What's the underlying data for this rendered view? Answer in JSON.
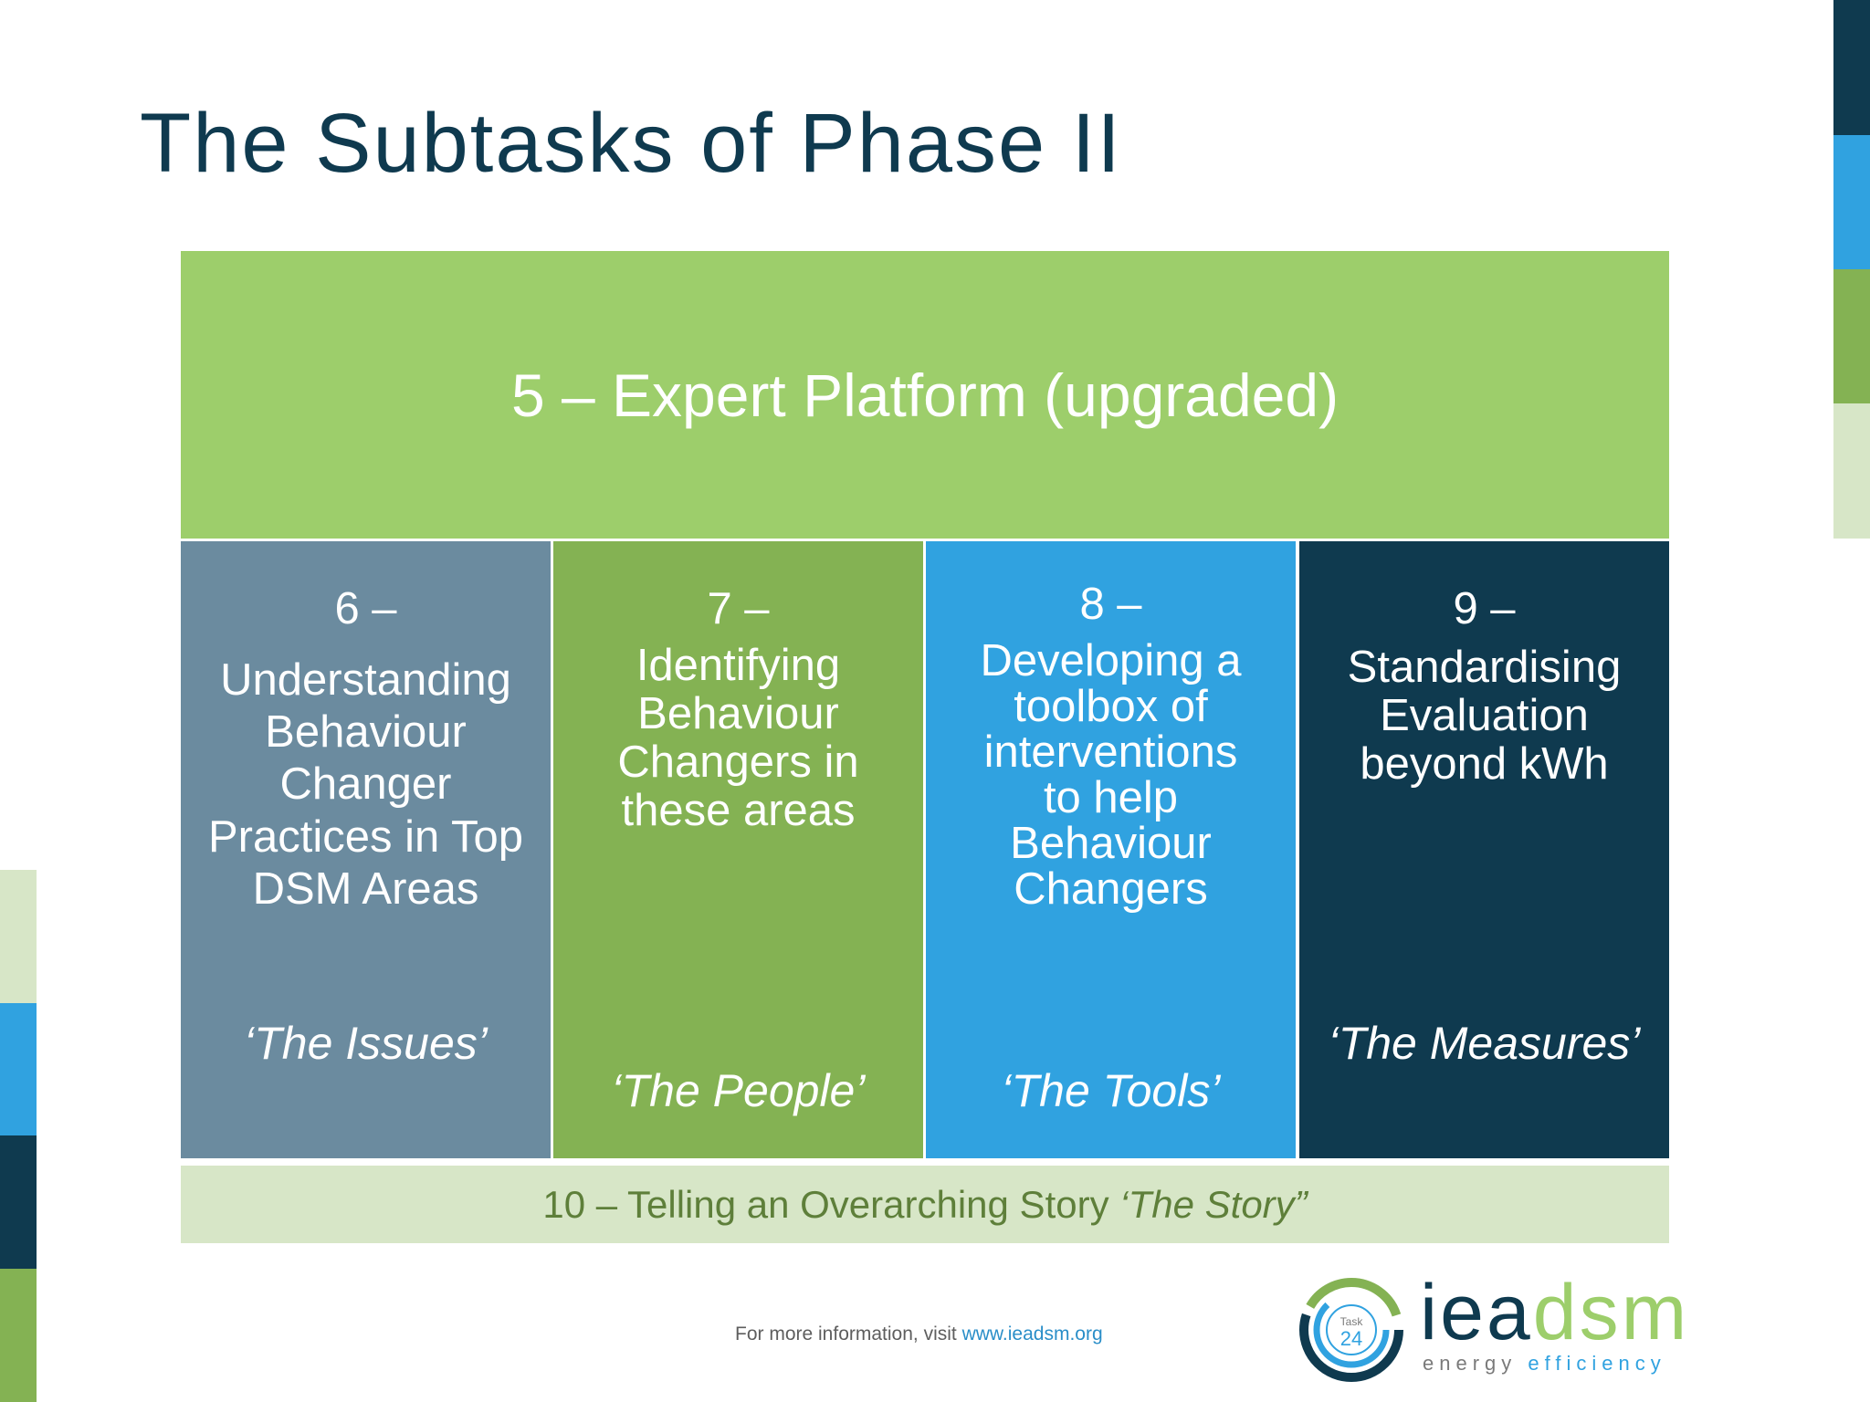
{
  "title": "The Subtasks of Phase II",
  "colors": {
    "title": "#0f3a4f",
    "expert_platform": "#9dce6b",
    "subtask_6": "#6b8b9f",
    "subtask_7": "#84b253",
    "subtask_8": "#30a2e0",
    "subtask_9": "#0f3a4f",
    "subtask_10": "#d7e6c7"
  },
  "diagram": {
    "top": "5 – Expert Platform (upgraded)",
    "columns": [
      {
        "number": "6 –",
        "text": "Understanding Behaviour Changer Practices in Top DSM Areas",
        "tag": "‘The Issues’"
      },
      {
        "number": "7 –",
        "text": "Identifying Behaviour Changers in these areas",
        "tag": "‘The People’"
      },
      {
        "number": "8 –",
        "text": "Developing a toolbox of interventions to help Behaviour Changers",
        "tag": "‘The Tools’"
      },
      {
        "number": "9 –",
        "text": "Standardising Evaluation beyond kWh",
        "tag": "‘The Measures’"
      }
    ],
    "bottom": {
      "text": "10 – Telling an Overarching Story ",
      "tag": "‘The Story”"
    }
  },
  "footer": {
    "text": "For more information, visit ",
    "link": "www.ieadsm.org"
  },
  "logo": {
    "badge_top": "Task",
    "badge_num": "24",
    "word_1": "iea",
    "word_2": "dsm",
    "sub_1": "energy ",
    "sub_2": "efficiency"
  }
}
